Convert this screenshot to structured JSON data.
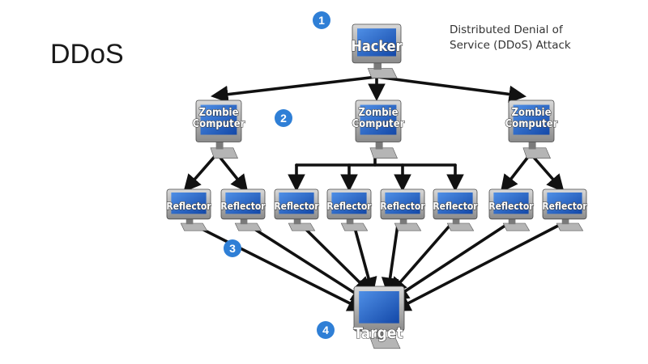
{
  "slide": {
    "title": "DDoS"
  },
  "caption": {
    "line1": "Distributed Denial of",
    "line2": "Service (DDoS) Attack"
  },
  "nodes": {
    "hacker": "Hacker",
    "zombie_line1": "Zombie",
    "zombie_line2": "Computer",
    "reflector": "Reflector",
    "target": "Target"
  },
  "steps": [
    "1",
    "2",
    "3",
    "4"
  ],
  "colors": {
    "badge": "#2f7fd6",
    "screen": "#1e63c9",
    "arrow": "#111111"
  }
}
